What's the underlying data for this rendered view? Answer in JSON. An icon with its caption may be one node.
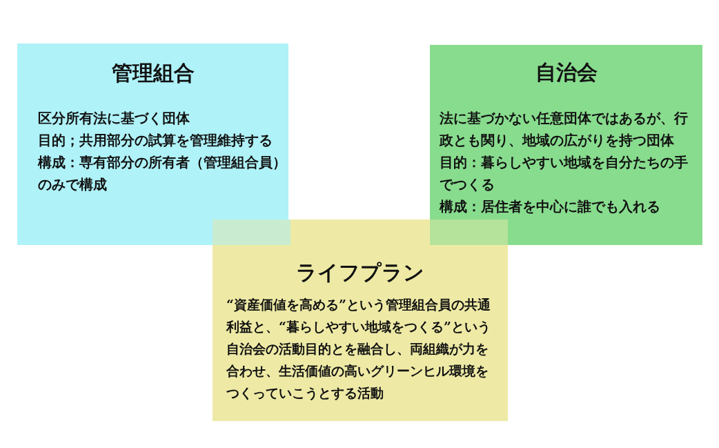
{
  "diagram": {
    "nodes": [
      {
        "text": [
          "管理組合",
          "区分所有法に基づく団体",
          "目的；共用部分の試算を管理維持する",
          "構成：専有部分の所有者（管理組合員）のみで構成"
        ]
      },
      {
        "text": [
          "自治会",
          "法に基づかない任意団体ではあるが、行政とも関り、地域の広がりを持つ団体",
          "目的：暮らしやすい地域を自分たちの手でつくる",
          "構成：居住者を中心に誰でも入れる"
        ]
      },
      {
        "text": [
          "ライフプラン",
          "“資産価値を高める”という管理組合員の共通利益と、“暮らしやすい地域をつくる”という自治会の活動目的とを融合し、両組織が力を合わせ、生活価値の高いグリーンヒル環境をつくっていこうとする活動"
        ]
      }
    ]
  }
}
